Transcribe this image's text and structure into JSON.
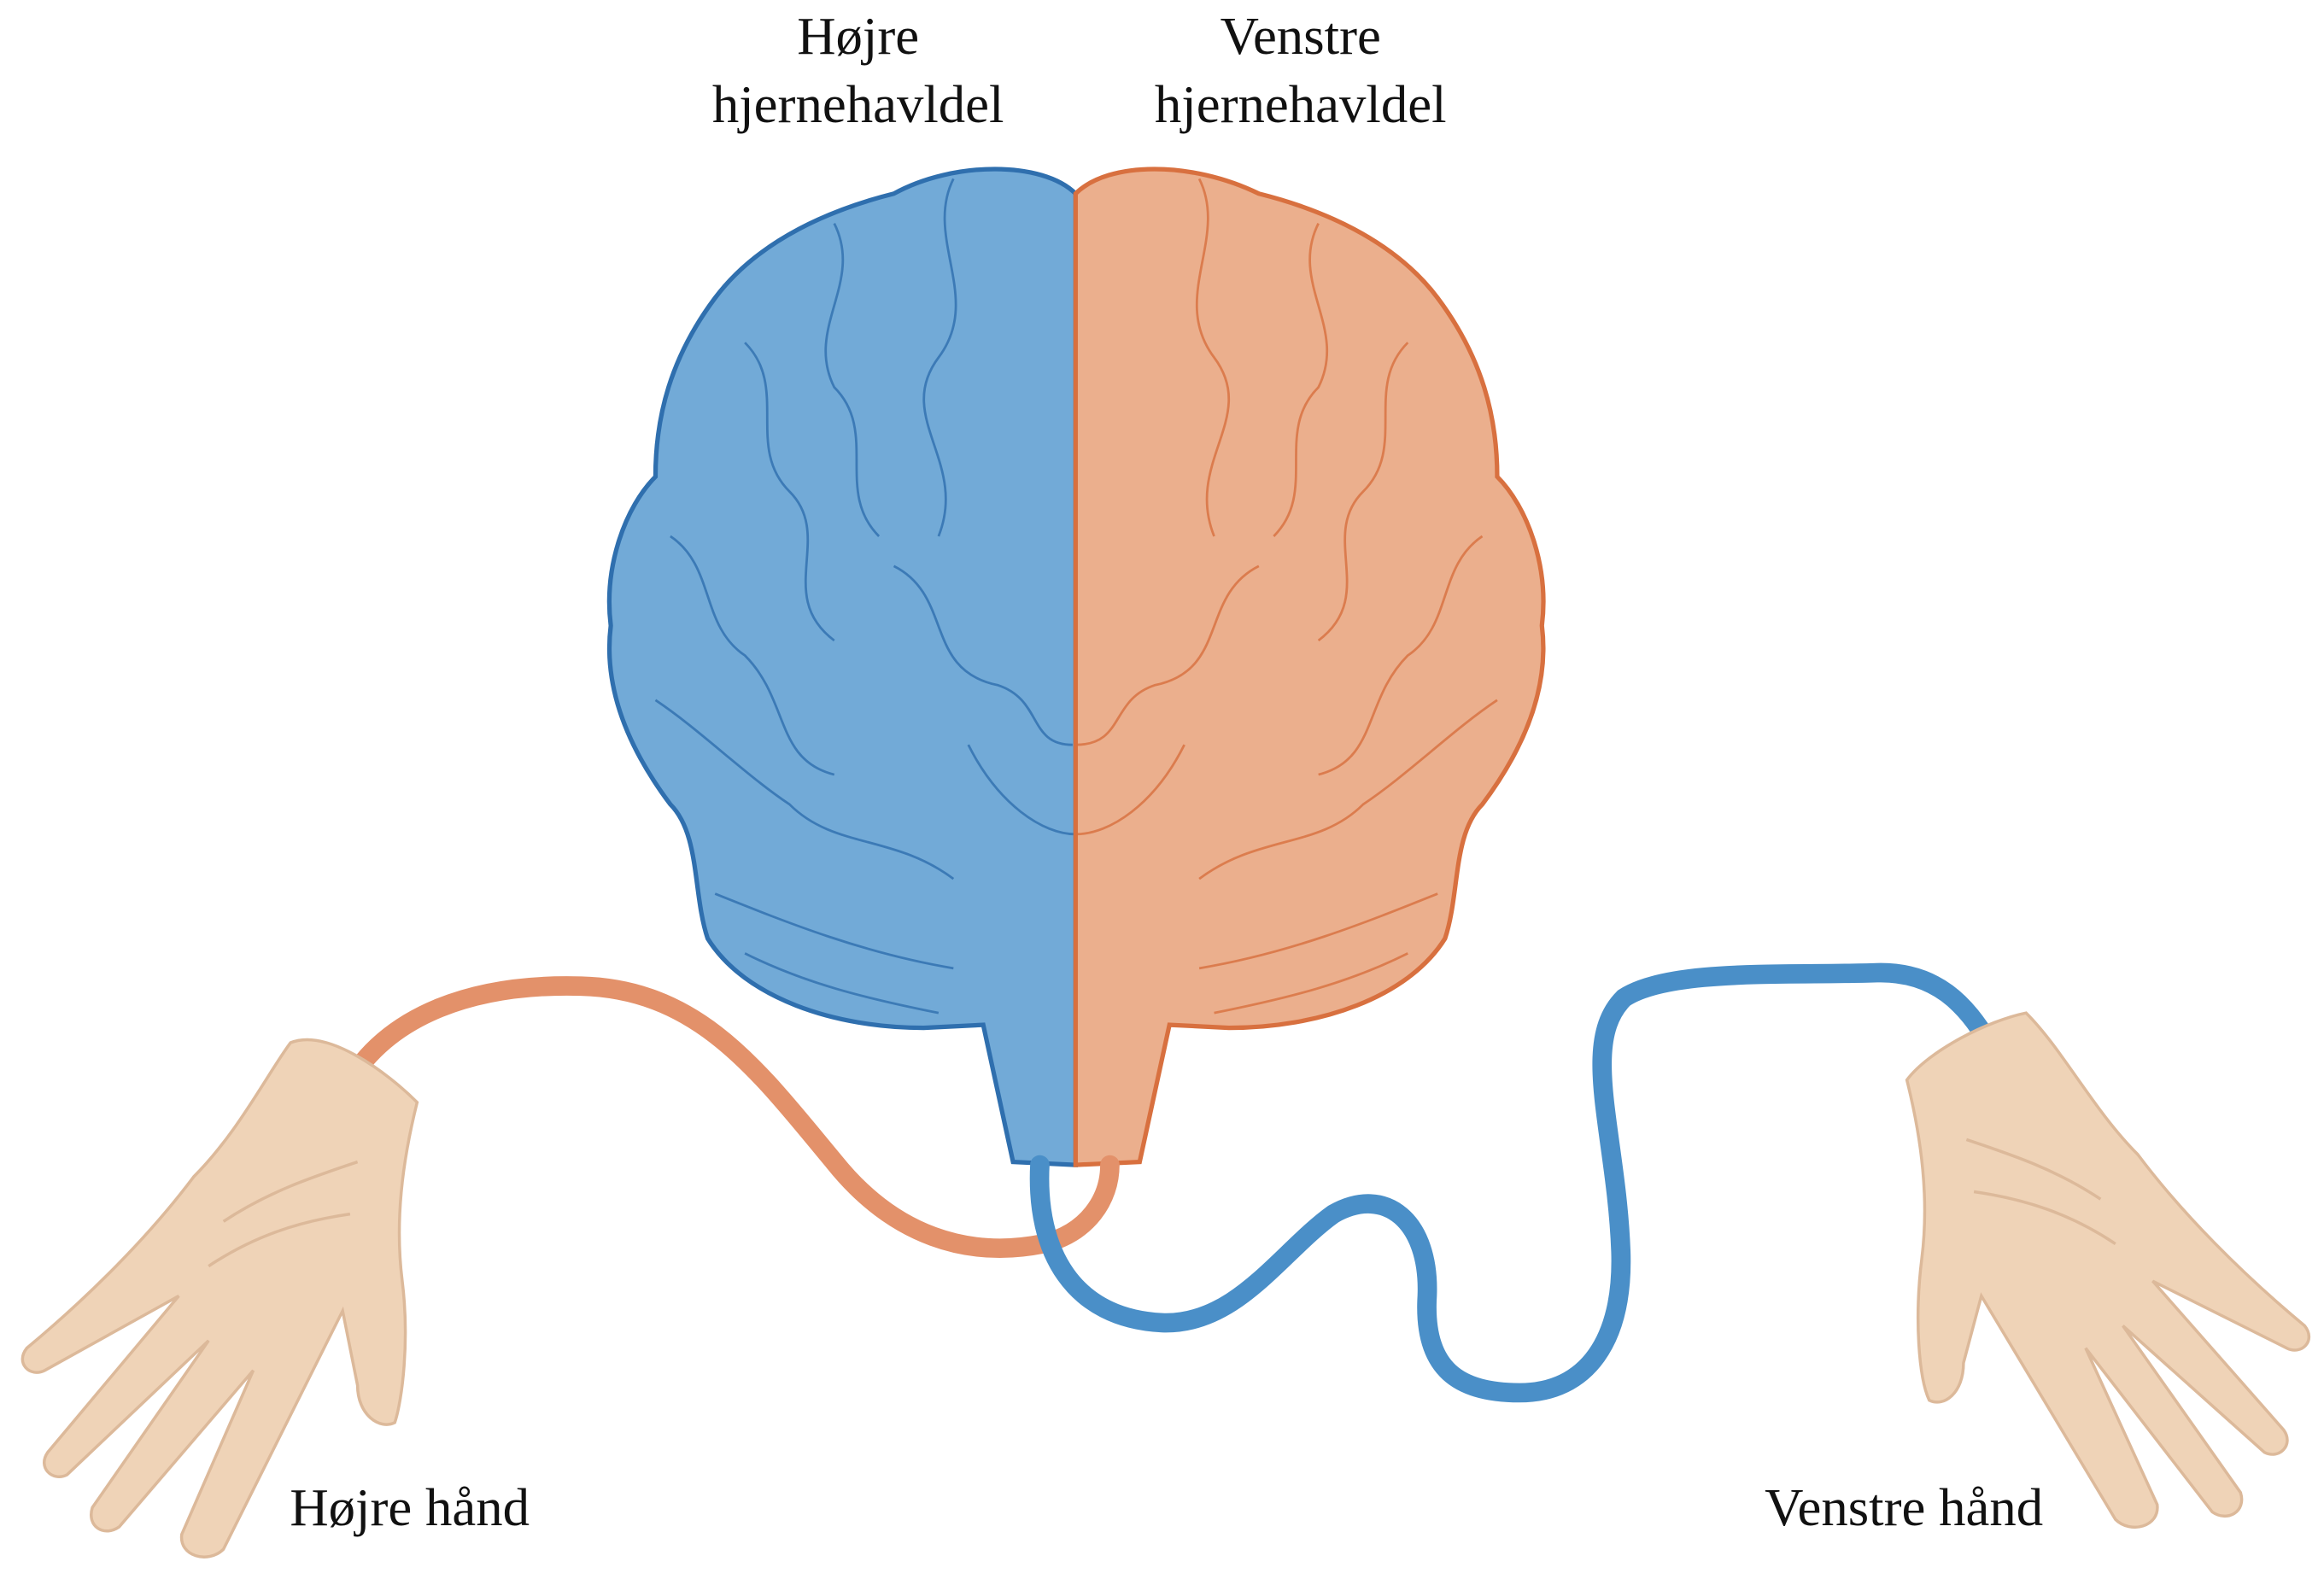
{
  "labels": {
    "right_hemisphere_line1": "Højre",
    "right_hemisphere_line2": "hjernehavldel",
    "left_hemisphere_line1": "Venstre",
    "left_hemisphere_line2": "hjernehavldel",
    "right_hand": "Højre hånd",
    "left_hand": "Venstre hånd"
  },
  "colors": {
    "right_hemisphere_fill": "#72aad7",
    "right_hemisphere_stroke": "#2f6fae",
    "left_hemisphere_fill": "#ebaf8d",
    "left_hemisphere_stroke": "#d8703f",
    "orange_pathway": "#e3916a",
    "blue_pathway": "#4a8fc8",
    "skin": "#efd3b7",
    "skin_shadow": "#dcb99a"
  }
}
